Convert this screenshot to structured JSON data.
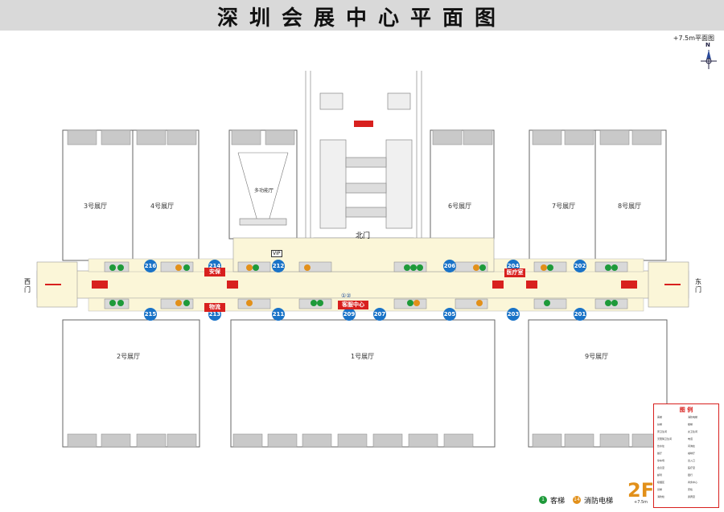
{
  "title": "深圳会展中心平面图",
  "scale_note": "+7.5m平面图",
  "compass_label": "N",
  "gates": {
    "north": "北门",
    "west": "西门",
    "east": "东门"
  },
  "halls": {
    "hall1": "1号展厅",
    "hall2": "2号展厅",
    "hall3": "3号展厅",
    "hall4": "4号展厅",
    "hall6": "6号展厅",
    "hall7": "7号展厅",
    "hall8": "8号展厅",
    "hall9": "9号展厅",
    "multi": "多功能厅"
  },
  "rooms_top": [
    "216",
    "214",
    "212",
    "206",
    "204",
    "202"
  ],
  "rooms_bottom": [
    "215",
    "213",
    "211",
    "209",
    "207",
    "205",
    "203",
    "201"
  ],
  "labels": {
    "reception": "客服中心",
    "medical": "医疗室",
    "security": "安保",
    "logistics": "物流",
    "vip": "VIP",
    "info": "①②"
  },
  "legend": {
    "title": "图  例",
    "items": [
      "客梯",
      "消防电梯",
      "扶梯",
      "楼梯",
      "男卫生间",
      "女卫生间",
      "无障碍卫生间",
      "电话",
      "饮水处",
      "问询处",
      "餐厅",
      "咖啡厅",
      "停车场",
      "出入口",
      "会议室",
      "医疗室",
      "邮局",
      "银行",
      "吸烟区",
      "商务中心",
      "货梯",
      "安检",
      "消防栓",
      "贵宾室"
    ]
  },
  "floor": {
    "label": "2F",
    "height": "+7.5m"
  },
  "key": {
    "elevator": "客梯",
    "fire_elevator": "消防电梯",
    "elevator_num": "1",
    "fire_elevator_num": "14"
  },
  "colors": {
    "corridor": "#fbf6d8",
    "room_blue": "#1a73c7",
    "accent_red": "#d8201e",
    "elevator_green": "#1e9a3a",
    "fire_orange": "#e2901a",
    "floor_orange": "#e2901a"
  }
}
